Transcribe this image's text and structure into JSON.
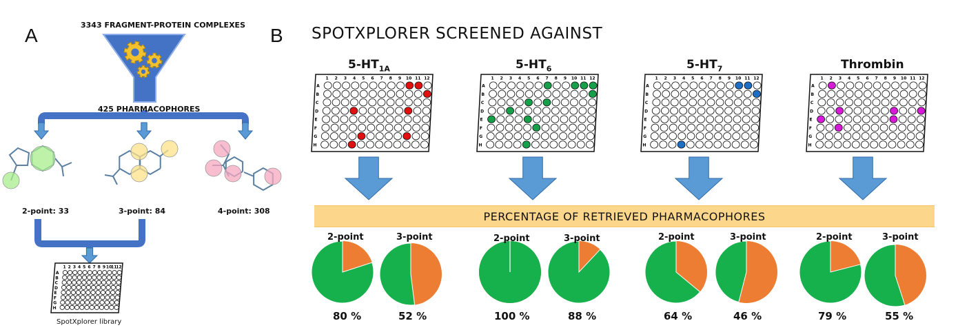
{
  "panel_a": {
    "letter": "A",
    "funnel_title": "3343 FRAGMENT-PROTEIN COMPLEXES",
    "pharmacophores_label": "425 PHARMACOPHORES",
    "groups": [
      {
        "label": "2-point: 33",
        "sphere_color": "#a8ee8c"
      },
      {
        "label": "3-point: 84",
        "sphere_color": "#fde28a"
      },
      {
        "label": "4-point: 308",
        "sphere_color": "#f7a7c0"
      }
    ],
    "library_label": "SpotXplorer library",
    "icons": [
      "funnel-icon",
      "gear-icon",
      "molecule-icon",
      "arrow-icon",
      "well-plate-icon"
    ]
  },
  "panel_b": {
    "letter": "B",
    "title": "SPOTXPLORER SCREENED AGAINST",
    "banner": "PERCENTAGE OF RETRIEVED PHARMACOPHORES",
    "plate_rows": [
      "A",
      "B",
      "C",
      "D",
      "E",
      "F",
      "G",
      "H"
    ],
    "plate_cols": [
      "1",
      "2",
      "3",
      "4",
      "5",
      "6",
      "7",
      "8",
      "9",
      "10",
      "11",
      "12"
    ],
    "colors": {
      "arrow": "#5b9bd5",
      "retrieved": "#16b04c",
      "missed": "#ec7d32",
      "banner": "#fcd68a"
    },
    "targets": [
      {
        "name": "5-HT",
        "sub": "1A",
        "sup": "",
        "hit_color": "#e11010",
        "hits": [
          [
            "A",
            10
          ],
          [
            "A",
            11
          ],
          [
            "B",
            12
          ],
          [
            "D",
            4
          ],
          [
            "D",
            10
          ],
          [
            "G",
            5
          ],
          [
            "G",
            10
          ],
          [
            "H",
            4
          ]
        ],
        "pies": [
          {
            "label": "2-point",
            "percent": 80,
            "pct_text": "80 %"
          },
          {
            "label": "3-point",
            "percent": 52,
            "pct_text": "52 %"
          }
        ]
      },
      {
        "name": "5-HT",
        "sub": "6",
        "sup": "",
        "hit_color": "#16a04a",
        "hits": [
          [
            "A",
            7
          ],
          [
            "A",
            10
          ],
          [
            "A",
            11
          ],
          [
            "A",
            12
          ],
          [
            "B",
            12
          ],
          [
            "C",
            5
          ],
          [
            "C",
            7
          ],
          [
            "D",
            3
          ],
          [
            "E",
            1
          ],
          [
            "E",
            5
          ],
          [
            "F",
            6
          ],
          [
            "H",
            5
          ]
        ],
        "pies": [
          {
            "label": "2-point",
            "percent": 100,
            "pct_text": "100 %"
          },
          {
            "label": "3-point",
            "percent": 88,
            "pct_text": "88 %"
          }
        ]
      },
      {
        "name": "5-HT",
        "sub": "7",
        "sup": "",
        "hit_color": "#1e6fc4",
        "hits": [
          [
            "A",
            10
          ],
          [
            "A",
            11
          ],
          [
            "B",
            12
          ],
          [
            "H",
            4
          ]
        ],
        "pies": [
          {
            "label": "2-point",
            "percent": 64,
            "pct_text": "64 %"
          },
          {
            "label": "3-point",
            "percent": 46,
            "pct_text": "46 %"
          }
        ]
      },
      {
        "name": "Thrombin",
        "sub": "",
        "sup": "",
        "hit_color": "#d81ad8",
        "hits": [
          [
            "A",
            2
          ],
          [
            "D",
            3
          ],
          [
            "D",
            9
          ],
          [
            "D",
            12
          ],
          [
            "E",
            1
          ],
          [
            "E",
            9
          ],
          [
            "F",
            3
          ]
        ],
        "pies": [
          {
            "label": "2-point",
            "percent": 79,
            "pct_text": "79 %"
          },
          {
            "label": "3-point",
            "percent": 55,
            "pct_text": "55 %"
          }
        ]
      }
    ]
  }
}
